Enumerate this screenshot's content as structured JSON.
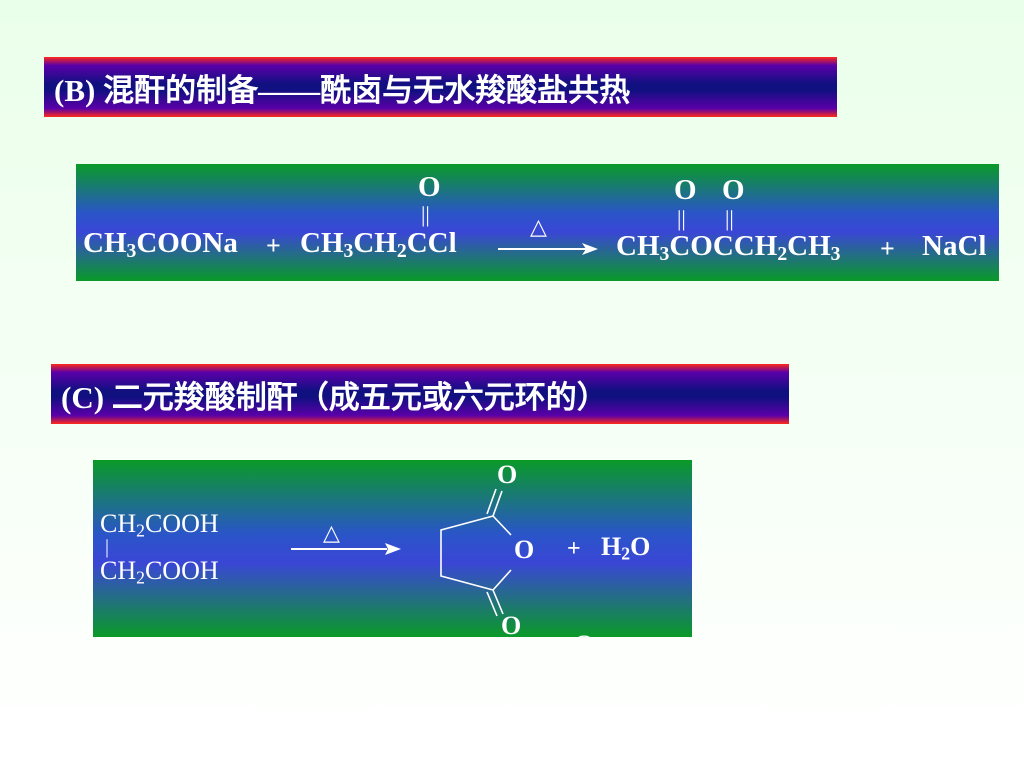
{
  "section_b": {
    "heading": "(B) 混酐的制备——酰卤与无水羧酸盐共热",
    "reaction": {
      "reactant1": [
        "CH",
        "3",
        "COONa"
      ],
      "plus1": "+",
      "reactant2": [
        "CH",
        "3",
        "CH",
        "2",
        "CCl"
      ],
      "carbonyl_o": "O",
      "double_bond": "||",
      "heat": "△",
      "product_o1": "O",
      "product_o2": "O",
      "product": [
        "CH",
        "3",
        "COCCH",
        "2",
        "CH",
        "3"
      ],
      "plus2": "+",
      "byproduct": "NaCl"
    }
  },
  "section_c": {
    "heading": "(C) 二元羧酸制酐（成五元或六元环的）",
    "reaction": {
      "reactant_line1": [
        "CH",
        "2",
        "COOH"
      ],
      "bond": "|",
      "reactant_line2": [
        "CH",
        "2",
        "COOH"
      ],
      "heat": "△",
      "ring_o_top": "O",
      "ring_o": "O",
      "ring_o_bottom": "O",
      "plus": "+",
      "water": [
        "H",
        "2",
        "O"
      ],
      "cut_o": "O"
    }
  }
}
